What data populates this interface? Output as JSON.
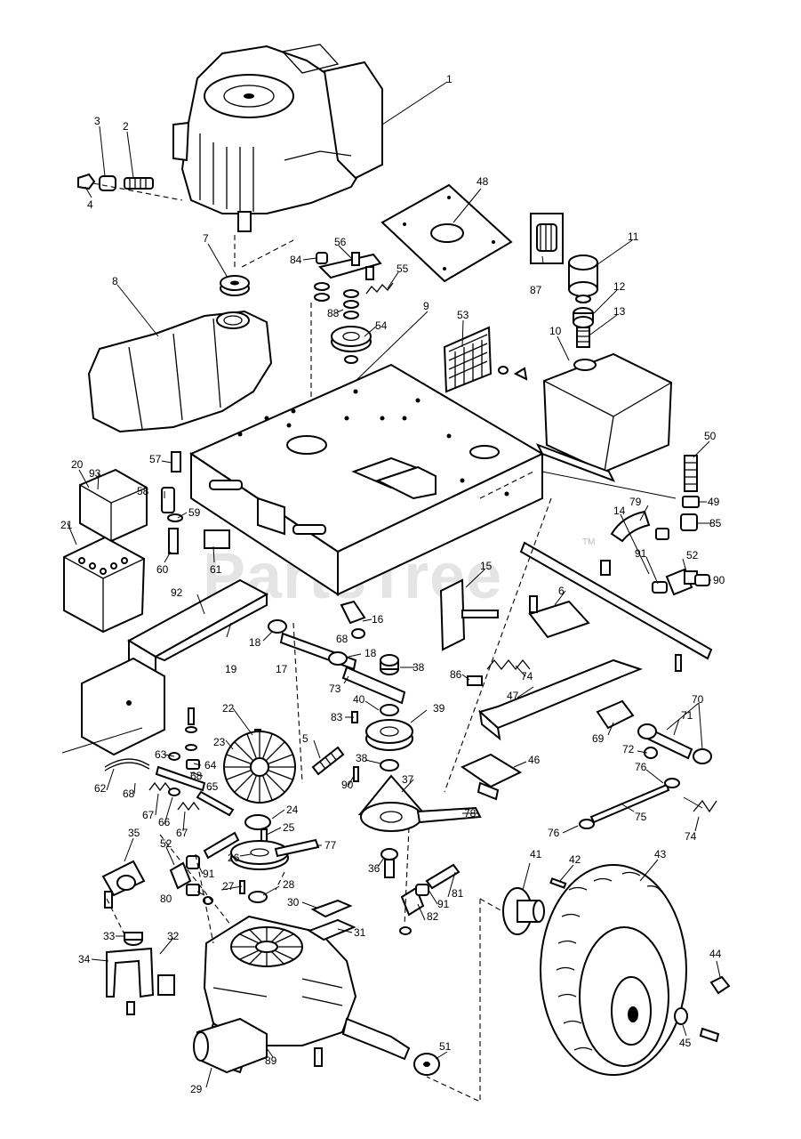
{
  "diagram": {
    "watermark": "PartsTree",
    "watermark_mark": "TM",
    "callouts": [
      "1",
      "2",
      "3",
      "4",
      "5",
      "6",
      "7",
      "8",
      "9",
      "10",
      "11",
      "12",
      "13",
      "14",
      "15",
      "16",
      "17",
      "18",
      "18",
      "19",
      "20",
      "21",
      "22",
      "23",
      "24",
      "25",
      "26",
      "27",
      "28",
      "29",
      "30",
      "31",
      "32",
      "33",
      "34",
      "35",
      "36",
      "37",
      "38",
      "38",
      "39",
      "40",
      "41",
      "42",
      "43",
      "44",
      "45",
      "46",
      "47",
      "48",
      "49",
      "50",
      "51",
      "52",
      "52",
      "53",
      "54",
      "55",
      "56",
      "57",
      "58",
      "59",
      "60",
      "61",
      "62",
      "63",
      "64",
      "65",
      "66",
      "67",
      "67",
      "68",
      "68",
      "68",
      "69",
      "70",
      "71",
      "72",
      "73",
      "74",
      "74",
      "75",
      "76",
      "76",
      "77",
      "78",
      "79",
      "80",
      "81",
      "82",
      "83",
      "84",
      "85",
      "86",
      "87",
      "88",
      "89",
      "90",
      "90",
      "91",
      "91",
      "91",
      "92",
      "93"
    ]
  }
}
